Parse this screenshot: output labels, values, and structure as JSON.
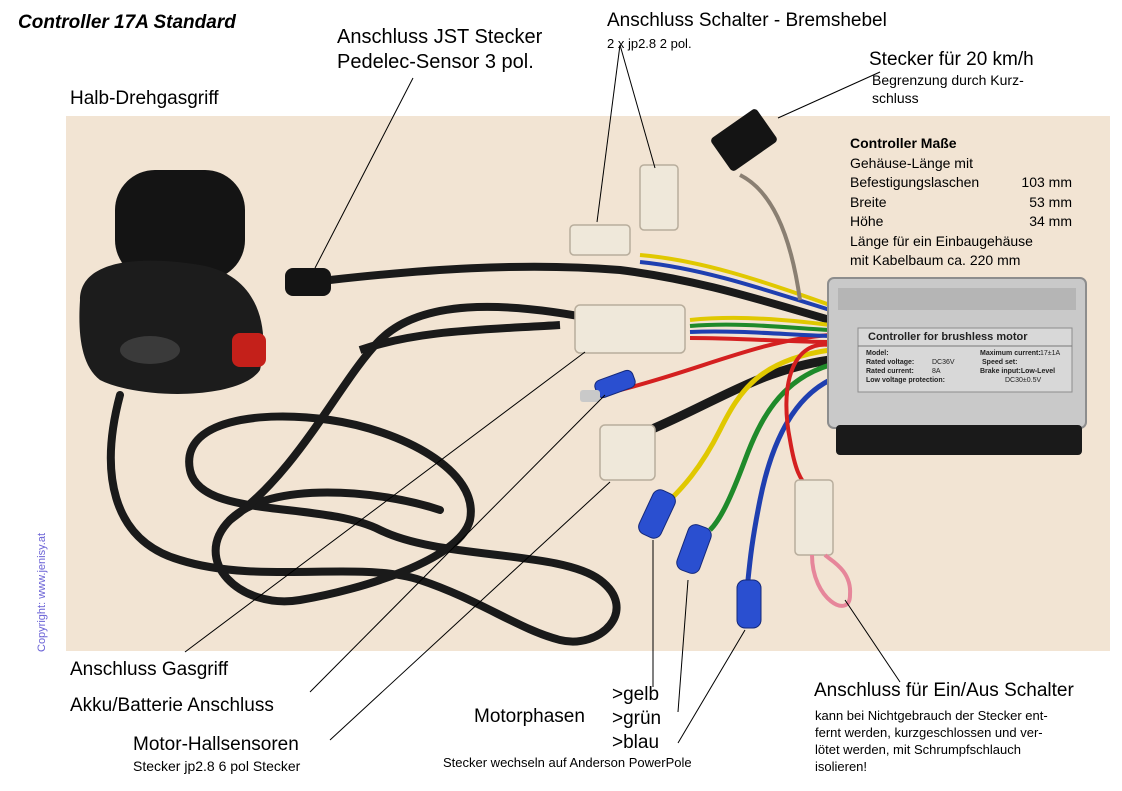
{
  "title": "Controller 17A Standard",
  "labels": {
    "halb_drehgasgriff": "Halb-Drehgasgriff",
    "jst_line1": "Anschluss JST Stecker",
    "jst_line2": "Pedelec-Sensor 3 pol.",
    "schalter_title": "Anschluss Schalter - Bremshebel",
    "schalter_sub": "2 x jp2.8 2 pol.",
    "stecker20_title": "Stecker für 20 km/h",
    "stecker20_line1": "Begrenzung durch Kurz-",
    "stecker20_line2": "schluss",
    "gasgriff": "Anschluss Gasgriff",
    "akku": "Akku/Batterie Anschluss",
    "hall_title": "Motor-Hallsensoren",
    "hall_sub": "Stecker jp2.8 6 pol Stecker",
    "motorphasen": "Motorphasen",
    "phase_gelb": ">gelb",
    "phase_gruen": ">grün",
    "phase_blau": ">blau",
    "anderson": "Stecker wechseln auf Anderson PowerPole",
    "einaus_title": "Anschluss für Ein/Aus Schalter",
    "einaus_lines": [
      "kann bei Nichtgebrauch der Stecker ent-",
      "fernt werden, kurzgeschlossen und  ver-",
      "lötet werden, mit Schrumpfschlauch",
      "isolieren!"
    ],
    "copyright": "Copyright: www.jenisy.at"
  },
  "controller_dims": {
    "heading": "Controller Maße",
    "rows": [
      {
        "label": "Gehäuse-Länge mit",
        "value": ""
      },
      {
        "label": "Befestigungslaschen",
        "value": "103 mm"
      },
      {
        "label": "Breite",
        "value": "53 mm"
      },
      {
        "label": "Höhe",
        "value": "34 mm"
      },
      {
        "label": "Länge für ein Einbaugehäuse",
        "value": ""
      },
      {
        "label": "mit Kabelbaum ca. 220 mm",
        "value": ""
      }
    ]
  },
  "controller_label": {
    "header": "Controller for brushless motor",
    "model_label": "Model:",
    "rated_voltage_label": "Rated voltage:",
    "rated_voltage_value": "DC36V",
    "rated_current_label": "Rated current:",
    "rated_current_value": "8A",
    "low_voltage_label": "Low voltage protection:",
    "low_voltage_value": "DC30±0.5V",
    "max_current_label": "Maximum current:",
    "max_current_value": "17±1A",
    "speed_set_label": "Speed set:",
    "brake_input": "Brake input:Low-Level"
  },
  "colors": {
    "photo_bg": "#f2e4d3",
    "cable_black": "#1a1a1a",
    "wire_red": "#d42020",
    "wire_yellow": "#e0c800",
    "wire_green": "#1f8a2a",
    "wire_blue": "#1f3fb0",
    "connector_blue": "#2a4fd0",
    "connector_white": "#efe8da",
    "controller_silver": "#c9c9c9",
    "copyright": "#6b63d6"
  }
}
